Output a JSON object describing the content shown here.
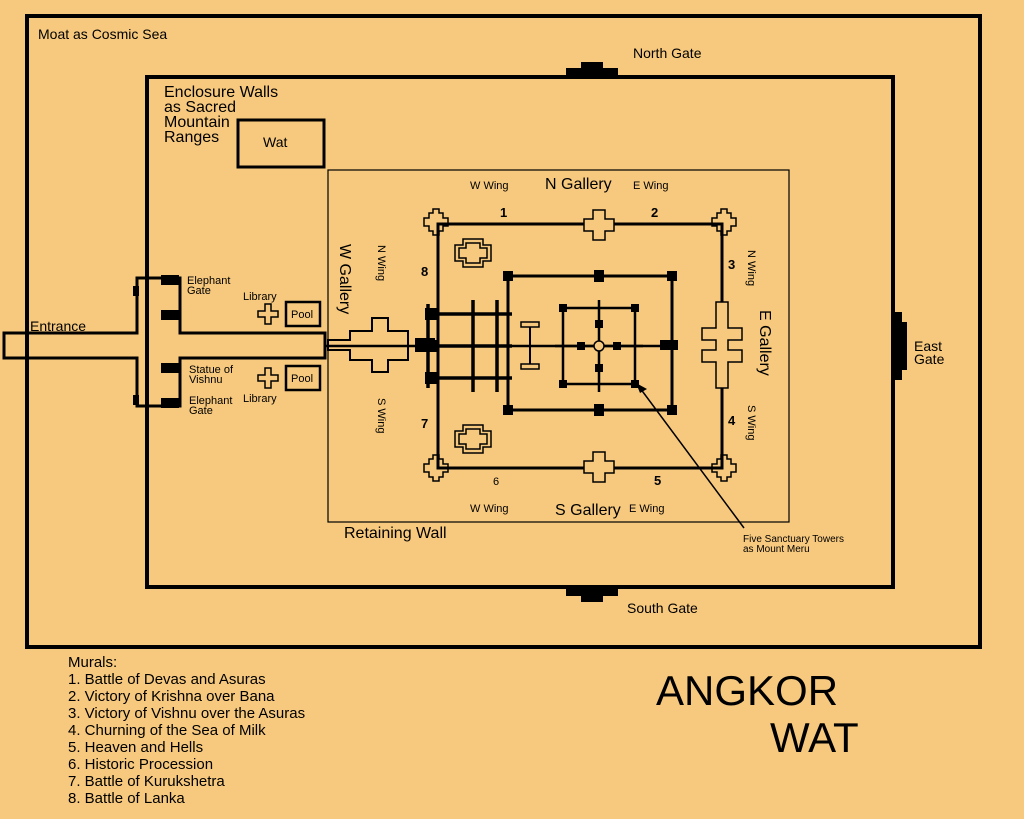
{
  "labels": {
    "moat": "Moat as Cosmic Sea",
    "north_gate": "North Gate",
    "south_gate": "South Gate",
    "east_gate": [
      "East",
      "Gate"
    ],
    "enclosure": [
      "Enclosure Walls",
      "as Sacred",
      "Mountain",
      "Ranges"
    ],
    "wat": "Wat",
    "entrance": "Entrance",
    "elephant_gate": [
      "Elephant",
      "Gate"
    ],
    "statue": [
      "Statue of",
      "Vishnu"
    ],
    "library": "Library",
    "pool": "Pool",
    "retaining_wall": "Retaining Wall",
    "galleries": {
      "north": "N Gallery",
      "south": "S Gallery",
      "east": "E Gallery",
      "west": "W Gallery"
    },
    "wings": {
      "w": "W Wing",
      "e": "E Wing",
      "n": "N Wing",
      "s": "S Wing"
    },
    "towers": [
      "Five Sanctuary Towers",
      "as Mount Meru"
    ]
  },
  "mural_numbers": [
    "1",
    "2",
    "3",
    "4",
    "5",
    "6",
    "7",
    "8"
  ],
  "murals": {
    "heading": "Murals:",
    "items": [
      "1. Battle of Devas and Asuras",
      "2. Victory of Krishna over Bana",
      "3. Victory of Vishnu over the Asuras",
      "4. Churning of the Sea of Milk",
      "5. Heaven and Hells",
      "6. Historic Procession",
      "7. Battle of Kurukshetra",
      "8. Battle of Lanka"
    ]
  },
  "title": [
    "ANGKOR",
    "WAT"
  ]
}
